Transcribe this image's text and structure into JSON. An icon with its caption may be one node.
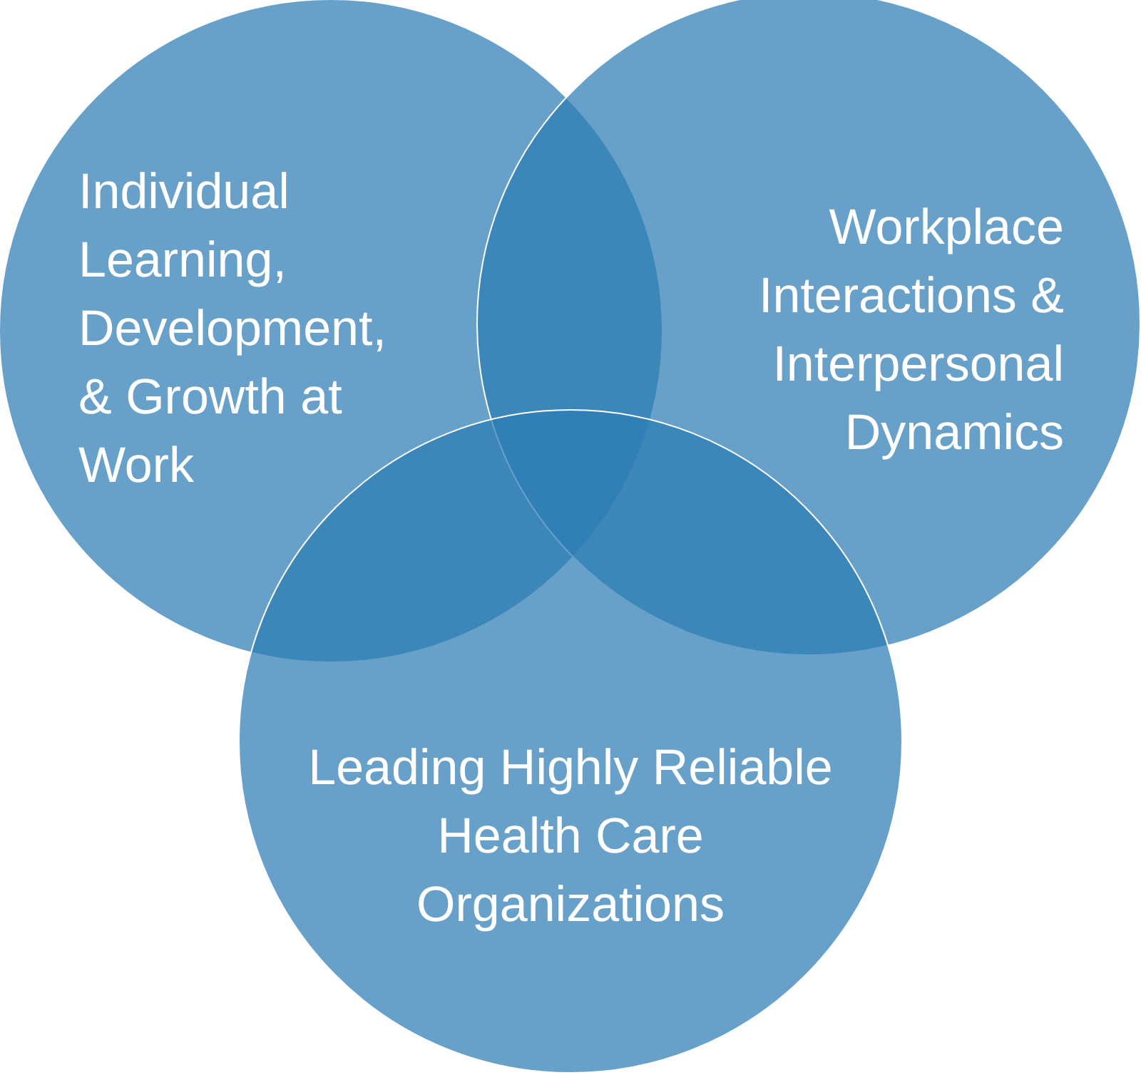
{
  "diagram": {
    "nodes": [
      {
        "text": [
          "Individual Learning, Development, & Growth at Work"
        ]
      },
      {
        "text": [
          "Workplace Interactions & Interpersonal Dynamics"
        ]
      },
      {
        "text": [
          "Leading Highly Reliable Health Care Organizations"
        ]
      }
    ]
  }
}
